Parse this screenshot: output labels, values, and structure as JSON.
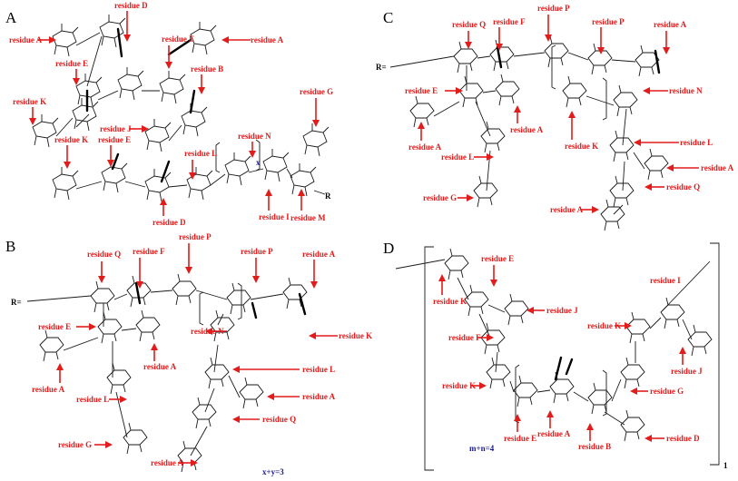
{
  "panels": [
    {
      "id": "A",
      "letter": "A",
      "labels": [
        "residue D",
        "residue A",
        "residue E",
        "residue A",
        "residue E",
        "residue B",
        "residue G",
        "residue K",
        "residue J",
        "residue E",
        "residue K",
        "residue N",
        "residue L",
        "residue D",
        "residue I",
        "residue M"
      ],
      "notes": [
        "x",
        "R"
      ]
    },
    {
      "id": "B",
      "letter": "B",
      "labels": [
        "residue P",
        "residue Q",
        "residue F",
        "residue P",
        "residue A",
        "residue E",
        "residue N",
        "residue K",
        "residue A",
        "residue A",
        "residue L",
        "residue L",
        "residue A",
        "residue Q",
        "residue G",
        "residue A"
      ],
      "notes": [
        "R=",
        "x+y=3"
      ]
    },
    {
      "id": "C",
      "letter": "C",
      "labels": [
        "residue P",
        "residue Q",
        "residue F",
        "residue P",
        "residue A",
        "residue N",
        "residue E",
        "residue A",
        "residue K",
        "residue L",
        "residue L",
        "residue A",
        "residue A",
        "residue Q",
        "residue G",
        "residue A"
      ],
      "notes": [
        "R="
      ]
    },
    {
      "id": "D",
      "letter": "D",
      "labels": [
        "residue E",
        "residue I",
        "residue K",
        "residue J",
        "residue F",
        "residue K",
        "residue J",
        "residue K",
        "residue G",
        "residue E",
        "residue A",
        "residue B",
        "residue D"
      ],
      "notes": [
        "m+n=4",
        "1"
      ]
    }
  ]
}
